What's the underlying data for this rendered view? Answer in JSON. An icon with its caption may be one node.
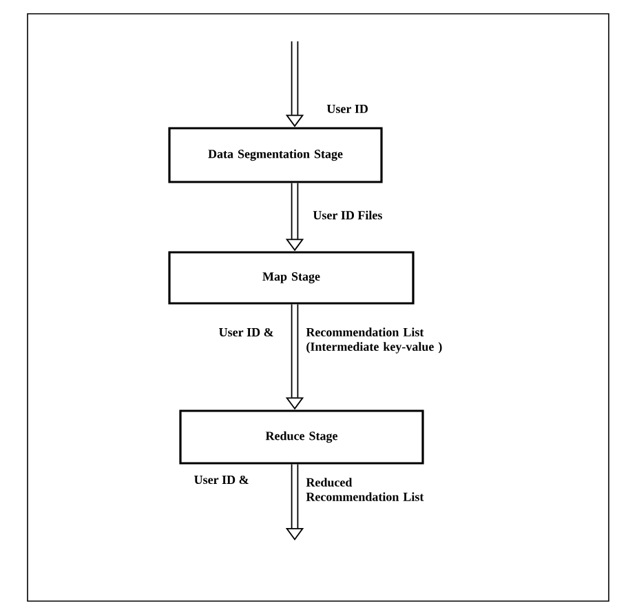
{
  "diagram": {
    "nodes": [
      {
        "text": [
          "Data Segmentation Stage"
        ]
      },
      {
        "text": [
          "Map Stage"
        ]
      },
      {
        "text": [
          "Reduce Stage"
        ]
      }
    ],
    "edges": [
      {
        "from": null,
        "to": 0,
        "arrow": "to",
        "label": "User ID"
      },
      {
        "from": 0,
        "to": 1,
        "arrow": "to",
        "label": "User ID Files"
      },
      {
        "from": 1,
        "to": 2,
        "arrow": "to",
        "label": "User ID &"
      },
      {
        "from": 2,
        "to": null,
        "arrow": "to",
        "label": "User ID &"
      }
    ],
    "labels": [
      "Recommendation List (Intermediate key-value )",
      "Reduced Recommendation List"
    ]
  }
}
